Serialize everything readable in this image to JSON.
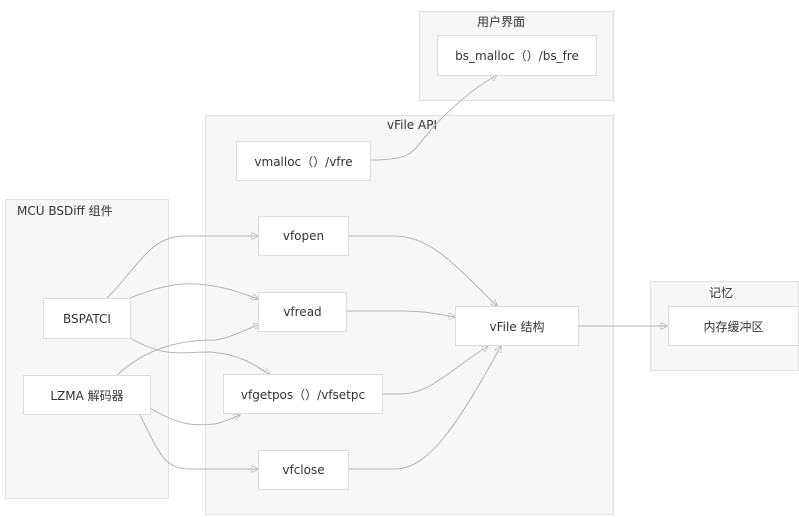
{
  "groups": {
    "mcu": "MCU BSDiff 组件",
    "api": "vFile API",
    "ui": "用户界面",
    "memory": "记忆"
  },
  "nodes": {
    "bspatch": "BSPATCI",
    "lzma": "LZMA 解码器",
    "vmalloc": "vmalloc（）/vfre",
    "vfopen": "vfopen",
    "vfread": "vfread",
    "vfgetpos": "vfgetpos（）/vfsetpc",
    "vfclose": "vfclose",
    "vfile": "vFile 结构",
    "bsmalloc": "bs_malloc（）/bs_fre",
    "buffer": "内存缓冲区"
  },
  "colors": {
    "group_fill": "#f7f7f7",
    "group_border": "#e1e1e1",
    "node_fill": "#ffffff",
    "node_border": "#dddddd",
    "edge": "#b5b5b5"
  }
}
